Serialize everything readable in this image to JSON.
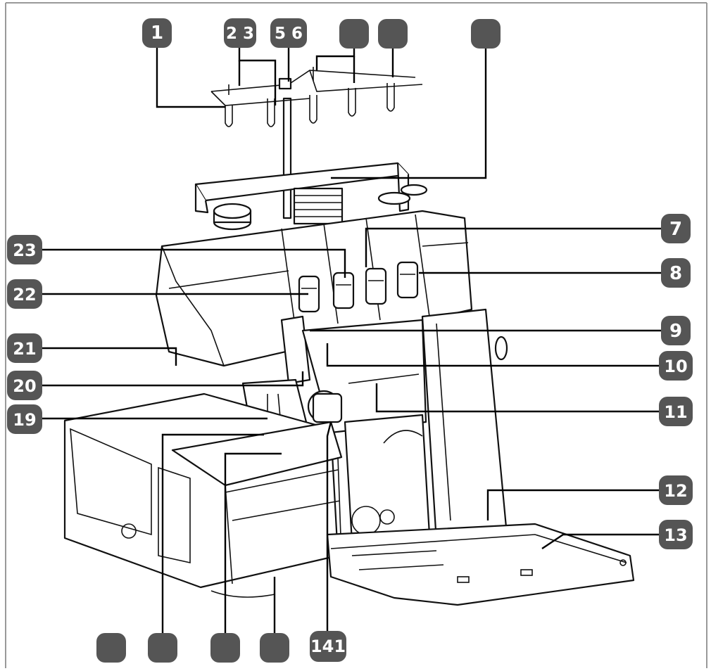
{
  "callouts": {
    "c1": "1",
    "c2_3": "2 3",
    "c5_6": "5 6",
    "c_top_a": "",
    "c_top_b": "",
    "c_top_c": "",
    "c7": "7",
    "c8": "8",
    "c9": "9",
    "c10": "10",
    "c11": "11",
    "c12": "12",
    "c13": "13",
    "c19": "19",
    "c20": "20",
    "c21": "21",
    "c22": "22",
    "c23": "23",
    "c_bottom_a": "",
    "c_bottom_b": "",
    "c_bottom_c": "",
    "c_bottom_d": "",
    "c14": "141"
  },
  "colors": {
    "badge": "#555555",
    "line": "#000000",
    "frame": "#999999"
  }
}
